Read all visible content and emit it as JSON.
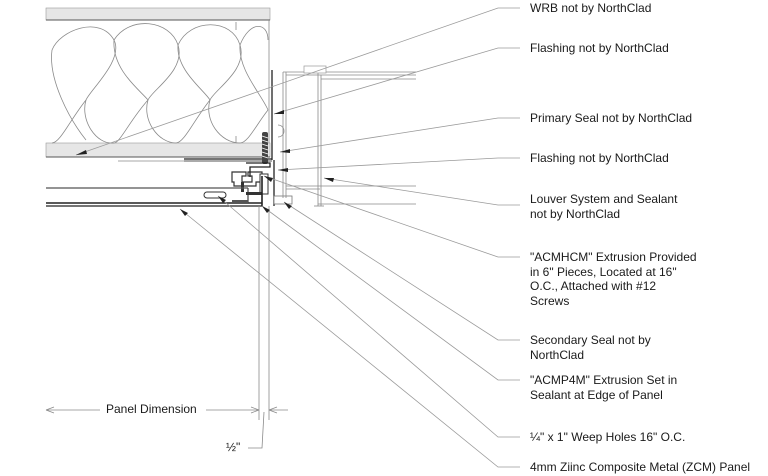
{
  "title": "Louver Head Detail – NorthClad ZCM Panel",
  "callouts": [
    {
      "id": "wrb",
      "text": "WRB not by NorthClad"
    },
    {
      "id": "flashing-upper",
      "text": "Flashing not by NorthClad"
    },
    {
      "id": "primary-seal",
      "text": "Primary Seal not by NorthClad"
    },
    {
      "id": "flashing-lower",
      "text": "Flashing not by NorthClad"
    },
    {
      "id": "louver",
      "text": "Louver System and Sealant\nnot by NorthClad"
    },
    {
      "id": "acmhcm",
      "text": "\"ACMHCM\" Extrusion Provided\nin 6\" Pieces, Located at 16\"\nO.C., Attached with #12\nScrews"
    },
    {
      "id": "secondary-seal",
      "text": "Secondary Seal not by\nNorthClad"
    },
    {
      "id": "acmp4m",
      "text": "\"ACMP4M\" Extrusion Set in\nSealant at Edge of Panel"
    },
    {
      "id": "weep-holes",
      "text": "¼\" x 1\" Weep Holes 16\" O.C."
    },
    {
      "id": "zcm-panel",
      "text": "4mm Ziinc Composite Metal (ZCM) Panel"
    }
  ],
  "dimensions": {
    "panel": "Panel Dimension",
    "gap": "½\""
  },
  "colors": {
    "line": "#555555",
    "leader": "#9a9a9a",
    "text": "#1a1a1a"
  }
}
